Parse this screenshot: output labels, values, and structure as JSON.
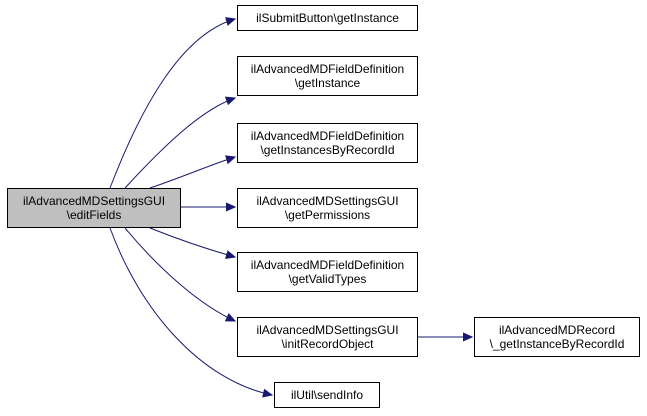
{
  "colors": {
    "edge": "#191970",
    "node_border": "#000000",
    "root_fill": "#bfbfbf",
    "node_fill": "#ffffff"
  },
  "nodes": {
    "root": {
      "line1": "ilAdvancedMDSettingsGUI",
      "line2": "\\editFields"
    },
    "submit": {
      "line1": "ilSubmitButton\\getInstance"
    },
    "fd_instance": {
      "line1": "ilAdvancedMDFieldDefinition",
      "line2": "\\getInstance"
    },
    "fd_byrecord": {
      "line1": "ilAdvancedMDFieldDefinition",
      "line2": "\\getInstancesByRecordId"
    },
    "perm": {
      "line1": "ilAdvancedMDSettingsGUI",
      "line2": "\\getPermissions"
    },
    "types": {
      "line1": "ilAdvancedMDFieldDefinition",
      "line2": "\\getValidTypes"
    },
    "initrec": {
      "line1": "ilAdvancedMDSettingsGUI",
      "line2": "\\initRecordObject"
    },
    "record": {
      "line1": "ilAdvancedMDRecord",
      "line2": "\\_getInstanceByRecordId"
    },
    "sendinfo": {
      "line1": "ilUtil\\sendInfo"
    }
  }
}
